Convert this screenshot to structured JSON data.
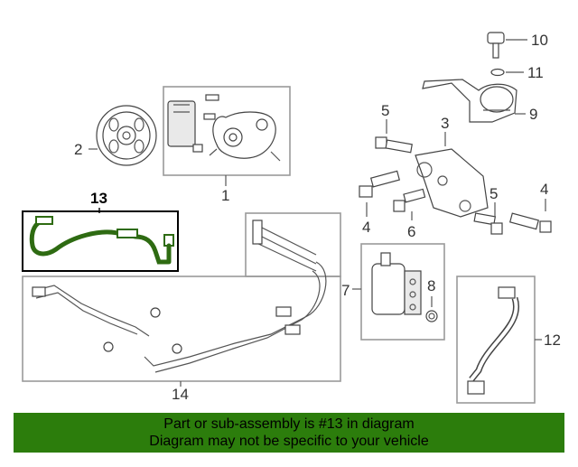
{
  "diagram": {
    "callouts": {
      "c1": "1",
      "c2": "2",
      "c3": "3",
      "c4a": "4",
      "c4b": "4",
      "c5a": "5",
      "c5b": "5",
      "c6": "6",
      "c7": "7",
      "c8": "8",
      "c9": "9",
      "c10": "10",
      "c11": "11",
      "c12": "12",
      "c13": "13",
      "c14": "14"
    },
    "highlight_part": "13",
    "colors": {
      "highlight": "#2e6b12",
      "banner": "#2c7d0c"
    }
  },
  "banner": {
    "line1": "Part or sub-assembly is #13 in diagram",
    "line2": "Diagram may not be specific to your vehicle"
  }
}
